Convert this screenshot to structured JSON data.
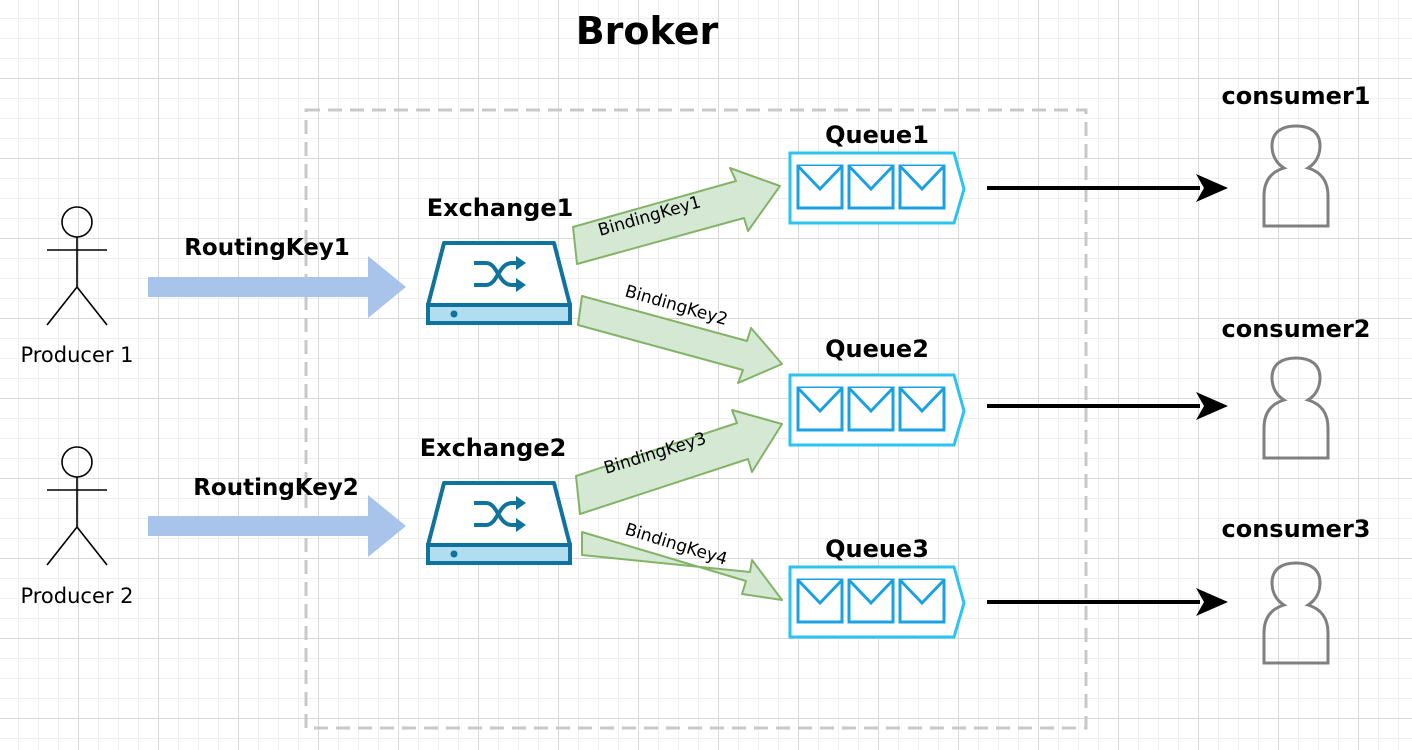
{
  "title": "Broker",
  "producers": [
    {
      "label": "Producer 1",
      "routing_key": "RoutingKey1"
    },
    {
      "label": "Producer 2",
      "routing_key": "RoutingKey2"
    }
  ],
  "exchanges": [
    {
      "label": "Exchange1"
    },
    {
      "label": "Exchange2"
    }
  ],
  "queues": [
    {
      "label": "Queue1"
    },
    {
      "label": "Queue2"
    },
    {
      "label": "Queue3"
    }
  ],
  "consumers": [
    {
      "label": "consumer1"
    },
    {
      "label": "consumer2"
    },
    {
      "label": "consumer3"
    }
  ],
  "bindings": [
    {
      "label": "BindingKey1",
      "from": "Exchange1",
      "to": "Queue1"
    },
    {
      "label": "BindingKey2",
      "from": "Exchange1",
      "to": "Queue2"
    },
    {
      "label": "BindingKey3",
      "from": "Exchange2",
      "to": "Queue2"
    },
    {
      "label": "BindingKey4",
      "from": "Exchange2",
      "to": "Queue3"
    }
  ],
  "colors": {
    "routing_arrow": "#a9c4eb",
    "binding_arrow_fill": "#d5e8d4",
    "binding_arrow_stroke": "#82b366",
    "exchange_blue": "#10739e",
    "exchange_fill": "#b1ddf0",
    "queue_cyan": "#1ba1e2",
    "queue_bright": "#29c4f0",
    "consumer_gray": "#808080",
    "broker_border": "#c8c8c8"
  },
  "icons": [
    "stick-figure-icon",
    "exchange-shuffle-icon",
    "queue-envelope-icon",
    "user-icon"
  ]
}
